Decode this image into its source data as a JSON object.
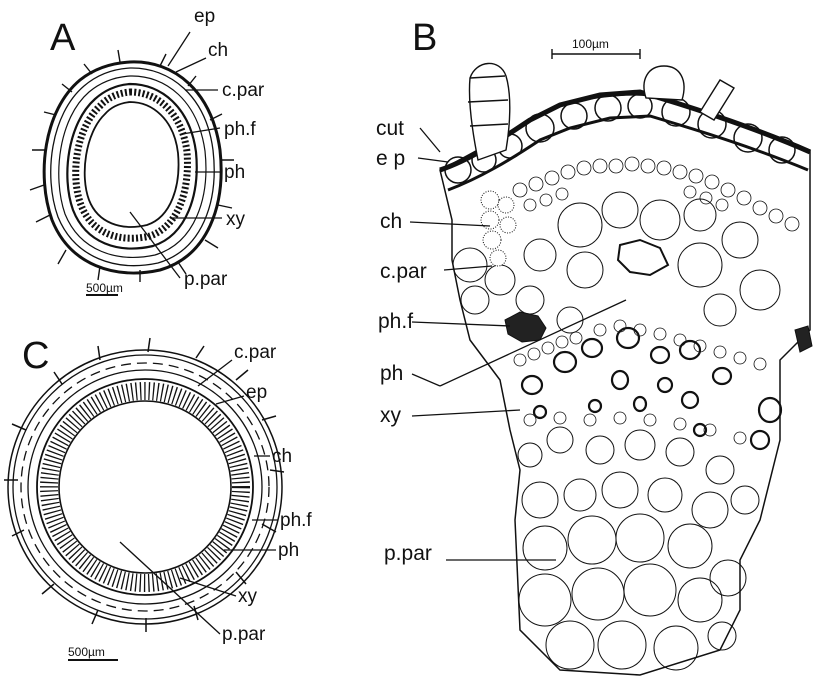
{
  "panels": {
    "a": {
      "letter": "A",
      "scale_bar": "500µm",
      "labels": {
        "ep": "ep",
        "ch": "ch",
        "c_par": "c.par",
        "ph_f": "ph.f",
        "ph": "ph",
        "xy": "xy",
        "p_par": "p.par"
      }
    },
    "b": {
      "letter": "B",
      "scale_bar": "100µm",
      "labels": {
        "cut": "cut",
        "ep": "e p",
        "ch": "ch",
        "c_par": "c.par",
        "ph_f": "ph.f",
        "ph": "ph",
        "xy": "xy",
        "p_par": "p.par"
      }
    },
    "c": {
      "letter": "C",
      "scale_bar": "500µm",
      "labels": {
        "c_par": "c.par",
        "ep": "ep",
        "ch": "ch",
        "ph_f": "ph.f",
        "ph": "ph",
        "xy": "xy",
        "p_par": "p.par"
      }
    }
  },
  "colors": {
    "ink": "#111111",
    "paper": "#ffffff"
  }
}
